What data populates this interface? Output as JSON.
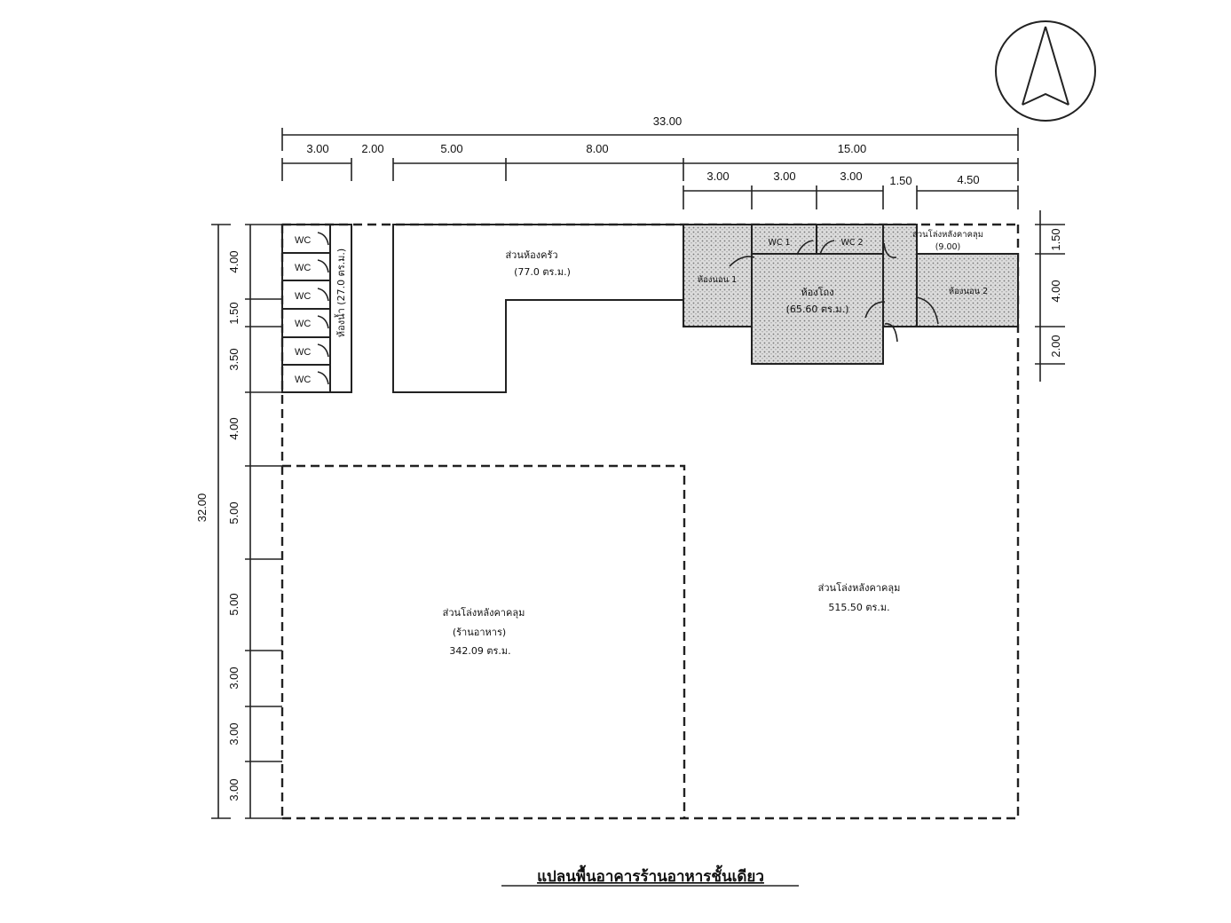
{
  "title": "แปลนพื้นอาคารร้านอาหารชั้นเดียว",
  "dimensions": {
    "top_total": "33.00",
    "top_row1": [
      "3.00",
      "2.00",
      "5.00",
      "8.00",
      "15.00"
    ],
    "top_row2": [
      "3.00",
      "3.00",
      "3.00",
      "1.50",
      "4.50"
    ],
    "left_total": "32.00",
    "left_segments": [
      "4.00",
      "1.50",
      "3.50",
      "4.00",
      "5.00",
      "5.00",
      "3.00",
      "3.00",
      "3.00"
    ],
    "right_segments": [
      "1.50",
      "4.00",
      "2.00"
    ]
  },
  "rooms": {
    "wc_labels": [
      "WC",
      "WC",
      "WC",
      "WC",
      "WC",
      "WC"
    ],
    "toilet_block": "ห้องน้ำ (27.0 ตร.ม.)",
    "kitchen_name": "ส่วนห้องครัว",
    "kitchen_area": "(77.0 ตร.ม.)",
    "bedroom1": "ห้องนอน 1",
    "wc1": "WC 1",
    "wc2": "WC 2",
    "hall_name": "ห้องโถง",
    "hall_area": "(65.60 ตร.ม.)",
    "porch_name": "ส่วนโล่งหลังคาคลุม",
    "porch_area": "(9.00)",
    "bedroom2": "ห้องนอน 2",
    "dining_name": "ส่วนโล่งหลังคาคลุม",
    "dining_sub": "(ร้านอาหาร)",
    "dining_area": "342.09 ตร.ม.",
    "open_name": "ส่วนโล่งหลังคาคลุม",
    "open_area": "515.50 ตร.ม."
  },
  "colors": {
    "ink": "#222222",
    "fill_dots": "#d9d9d9"
  }
}
